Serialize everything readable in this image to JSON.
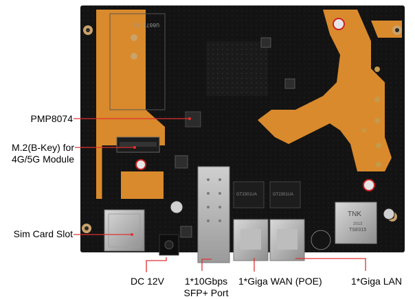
{
  "labels": {
    "pmp": "PMP8074",
    "m2_line1": "M.2(B-Key) for",
    "m2_line2": "4G/5G Module",
    "sim": "Sim Card Slot",
    "dc": "DC 12V",
    "sfp_line1": "1*10Gbps",
    "sfp_line2": "SFP+ Port",
    "wan": "1*Giga WAN (POE)",
    "lan": "1*Giga LAN"
  },
  "board_text": {
    "silk": "U8071-03",
    "chip_left": "GT2301UA",
    "chip_right": "GT2301UA",
    "transformer_brand": "TNK",
    "transformer_code": "TSE015",
    "transformer_year": "2013"
  },
  "colors": {
    "board": "#131313",
    "copper": "#d98a2c",
    "callout": "#e03030"
  }
}
